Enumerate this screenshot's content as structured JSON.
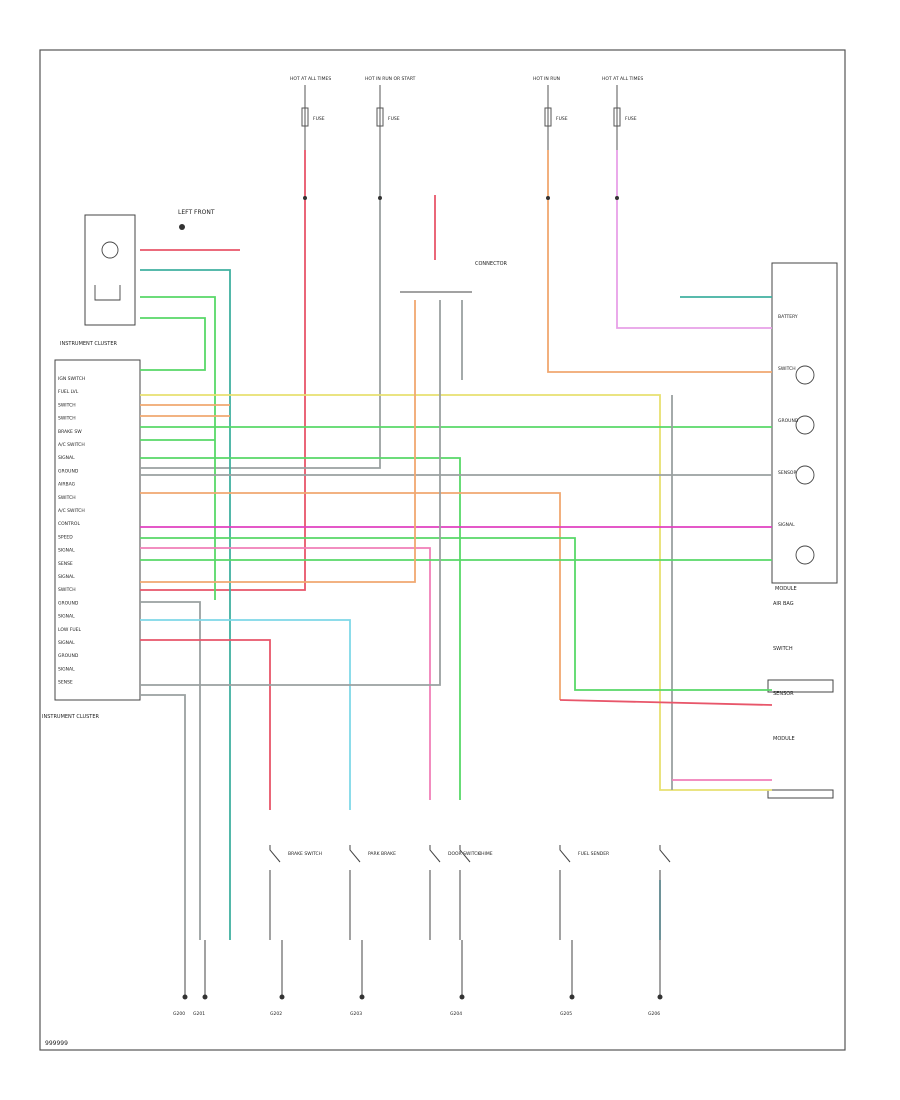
{
  "diagram_id": "999999",
  "cluster_top_label": "LEFT FRONT",
  "cluster_side_label": "INSTRUMENT CLUSTER",
  "cluster_pins": [
    "IGN SWITCH",
    "FUEL LVL",
    "SWITCH",
    "SWITCH",
    "BRAKE SW",
    "A/C SWITCH",
    "SIGNAL",
    "GROUND",
    "AIRBAG",
    "SWITCH",
    "A/C SWITCH",
    "CONTROL",
    "SPEED",
    "SIGNAL",
    "SENSE",
    "SIGNAL",
    "SWITCH",
    "GROUND",
    "SIGNAL",
    "LOW FUEL",
    "SIGNAL",
    "GROUND",
    "SIGNAL",
    "SENSE"
  ],
  "cluster_bottom_label": "INSTRUMENT CLUSTER",
  "fuse_labels": [
    "HOT AT ALL TIMES",
    "HOT IN RUN OR START",
    "HOT IN RUN",
    "HOT AT ALL TIMES"
  ],
  "fuse_sub_labels": [
    "FUSE",
    "FUSE",
    "FUSE",
    "FUSE"
  ],
  "connector_label": "CONNECTOR",
  "right_module_label": "MODULE",
  "right_module_pins": [
    "BATTERY",
    "SWITCH",
    "GROUND",
    "SENSOR",
    "SIGNAL"
  ],
  "right_notes": [
    "AIR BAG",
    "SWITCH",
    "SENSOR",
    "MODULE"
  ],
  "bottom_switch_labels": [
    "BRAKE SWITCH",
    "PARK BRAKE",
    "DOOR SWITCH",
    "CHIME",
    "FUEL SENDER"
  ],
  "ground_labels": [
    "G200",
    "G201",
    "G202",
    "G203",
    "G204",
    "G205",
    "G206"
  ],
  "colors": {
    "red": "#e8566a",
    "pink": "#f07fb8",
    "magenta": "#e040c0",
    "green": "#58d868",
    "cyan": "#7fd8e8",
    "yellow": "#e8e070",
    "orange": "#f0a870",
    "violet": "#e8a0e8",
    "teal": "#40b0a0",
    "gray": "#9aa0a0",
    "dark": "#444444"
  }
}
